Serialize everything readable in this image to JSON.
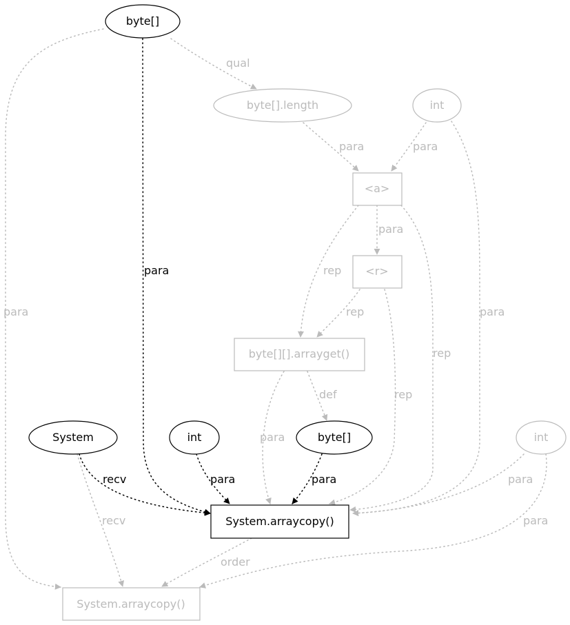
{
  "colors": {
    "active": "#000000",
    "inactive": "#bbbbbb",
    "background": "#ffffff"
  },
  "nodes": {
    "byte_top": {
      "label": "byte[]",
      "shape": "ellipse",
      "active": true
    },
    "byte_length": {
      "label": "byte[].length",
      "shape": "ellipse",
      "active": false
    },
    "int_top": {
      "label": "int",
      "shape": "ellipse",
      "active": false
    },
    "a": {
      "label": "<a>",
      "shape": "box",
      "active": false
    },
    "r": {
      "label": "<r>",
      "shape": "box",
      "active": false
    },
    "arrayget": {
      "label": "byte[][].arrayget()",
      "shape": "box",
      "active": false
    },
    "system": {
      "label": "System",
      "shape": "ellipse",
      "active": true
    },
    "int_mid": {
      "label": "int",
      "shape": "ellipse",
      "active": true
    },
    "byte_mid": {
      "label": "byte[]",
      "shape": "ellipse",
      "active": true
    },
    "int_right": {
      "label": "int",
      "shape": "ellipse",
      "active": false
    },
    "arraycopy": {
      "label": "System.arraycopy()",
      "shape": "box",
      "active": true
    },
    "arraycopy2": {
      "label": "System.arraycopy()",
      "shape": "box",
      "active": false
    }
  },
  "edges": [
    {
      "id": "e1",
      "label": "qual",
      "active": false
    },
    {
      "id": "e2",
      "label": "para",
      "active": true
    },
    {
      "id": "e3",
      "label": "para",
      "active": false
    },
    {
      "id": "e4",
      "label": "para",
      "active": false
    },
    {
      "id": "e5",
      "label": "para",
      "active": false
    },
    {
      "id": "e6",
      "label": "para",
      "active": false
    },
    {
      "id": "e7",
      "label": "rep",
      "active": false
    },
    {
      "id": "e8",
      "label": "rep",
      "active": false
    },
    {
      "id": "e9",
      "label": "rep",
      "active": false
    },
    {
      "id": "e10",
      "label": "def",
      "active": false
    },
    {
      "id": "e11",
      "label": "para",
      "active": false
    },
    {
      "id": "e12",
      "label": "rep",
      "active": false
    },
    {
      "id": "e13",
      "label": "para",
      "active": false
    },
    {
      "id": "e14",
      "label": "recv",
      "active": true
    },
    {
      "id": "e15",
      "label": "recv",
      "active": false
    },
    {
      "id": "e16",
      "label": "para",
      "active": true
    },
    {
      "id": "e17",
      "label": "para",
      "active": true
    },
    {
      "id": "e18",
      "label": "para",
      "active": false
    },
    {
      "id": "e19",
      "label": "para",
      "active": false
    },
    {
      "id": "e20",
      "label": "order",
      "active": false
    }
  ]
}
